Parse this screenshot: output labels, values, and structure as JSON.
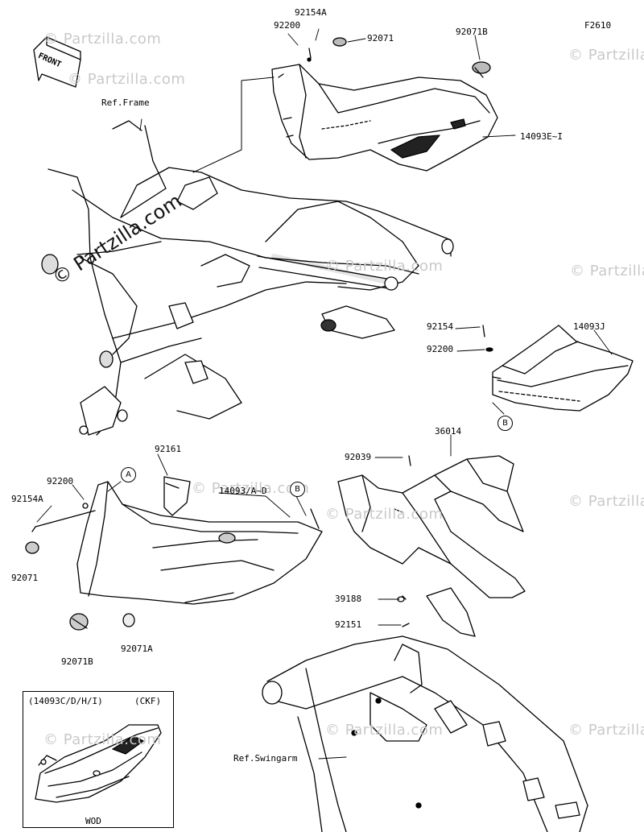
{
  "figure_code": "F2610",
  "front_arrow_label": "FRONT",
  "watermark_text": "Partzilla.com",
  "watermark_symbol": "©",
  "reference_labels": {
    "frame": "Ref.Frame",
    "swingarm": "Ref.Swingarm"
  },
  "part_labels": {
    "p92154A_top": "92154A",
    "p92200_top": "92200",
    "p92071_top": "92071",
    "p92071B_top": "92071B",
    "p14093E_I": "14093E~I",
    "p92154_mid": "92154",
    "p92200_mid": "92200",
    "p14093J": "14093J",
    "p92161": "92161",
    "p92200_left": "92200",
    "p92154A_left": "92154A",
    "p14093A_D": "14093/A~D",
    "p92071_left": "92071",
    "p92071B_left": "92071B",
    "p92071A": "92071A",
    "p36014": "36014",
    "p92039": "92039",
    "p39188": "39188",
    "p92151": "92151"
  },
  "callouts": {
    "A": "A",
    "B_mid": "B",
    "B_lower": "B"
  },
  "inset": {
    "parts": "(14093C/D/H/I)",
    "market": "(CKF)",
    "color_code": "WOD"
  }
}
